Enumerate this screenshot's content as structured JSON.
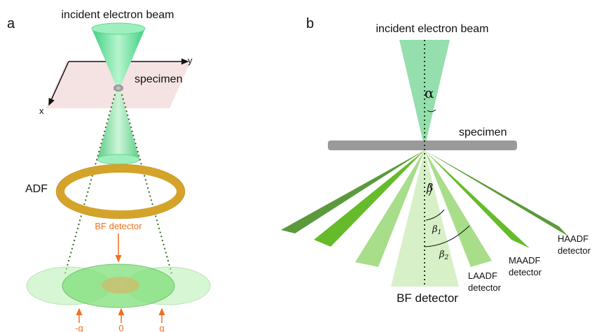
{
  "panel_a": {
    "panel_label": "a",
    "beam_label": "incident electron beam",
    "axis_y": "y",
    "axis_x": "x",
    "specimen_label": "specimen",
    "adf_label": "ADF",
    "bf_detector_label": "BF detector",
    "marker_minus_g": "-g",
    "marker_zero": "0",
    "marker_g": "g"
  },
  "panel_b": {
    "panel_label": "b",
    "beam_label": "incident electron beam",
    "alpha_label": "α",
    "specimen_label": "specimen",
    "beta_label": "β",
    "beta1_label": "β",
    "beta1_sub": "1",
    "beta2_label": "β",
    "beta2_sub": "2",
    "haadf_line1": "HAADF",
    "haadf_line2": "detector",
    "maadf_line1": "MAADF",
    "maadf_line2": "detector",
    "laadf_line1": "LAADF",
    "laadf_line2": "detector",
    "bf_detector_label": "BF detector"
  },
  "colors": {
    "beam_green": "#5fd88f",
    "specimen_pink": "#f3dede",
    "adf_gold": "#d4a42a",
    "orange_marker": "#f07020",
    "dark_green": "#5b9a3c",
    "mid_green": "#66bb2a",
    "light_green": "#a8dd8a",
    "pale_green": "#d8f0c8",
    "specimen_gray": "#9a9a9a"
  }
}
